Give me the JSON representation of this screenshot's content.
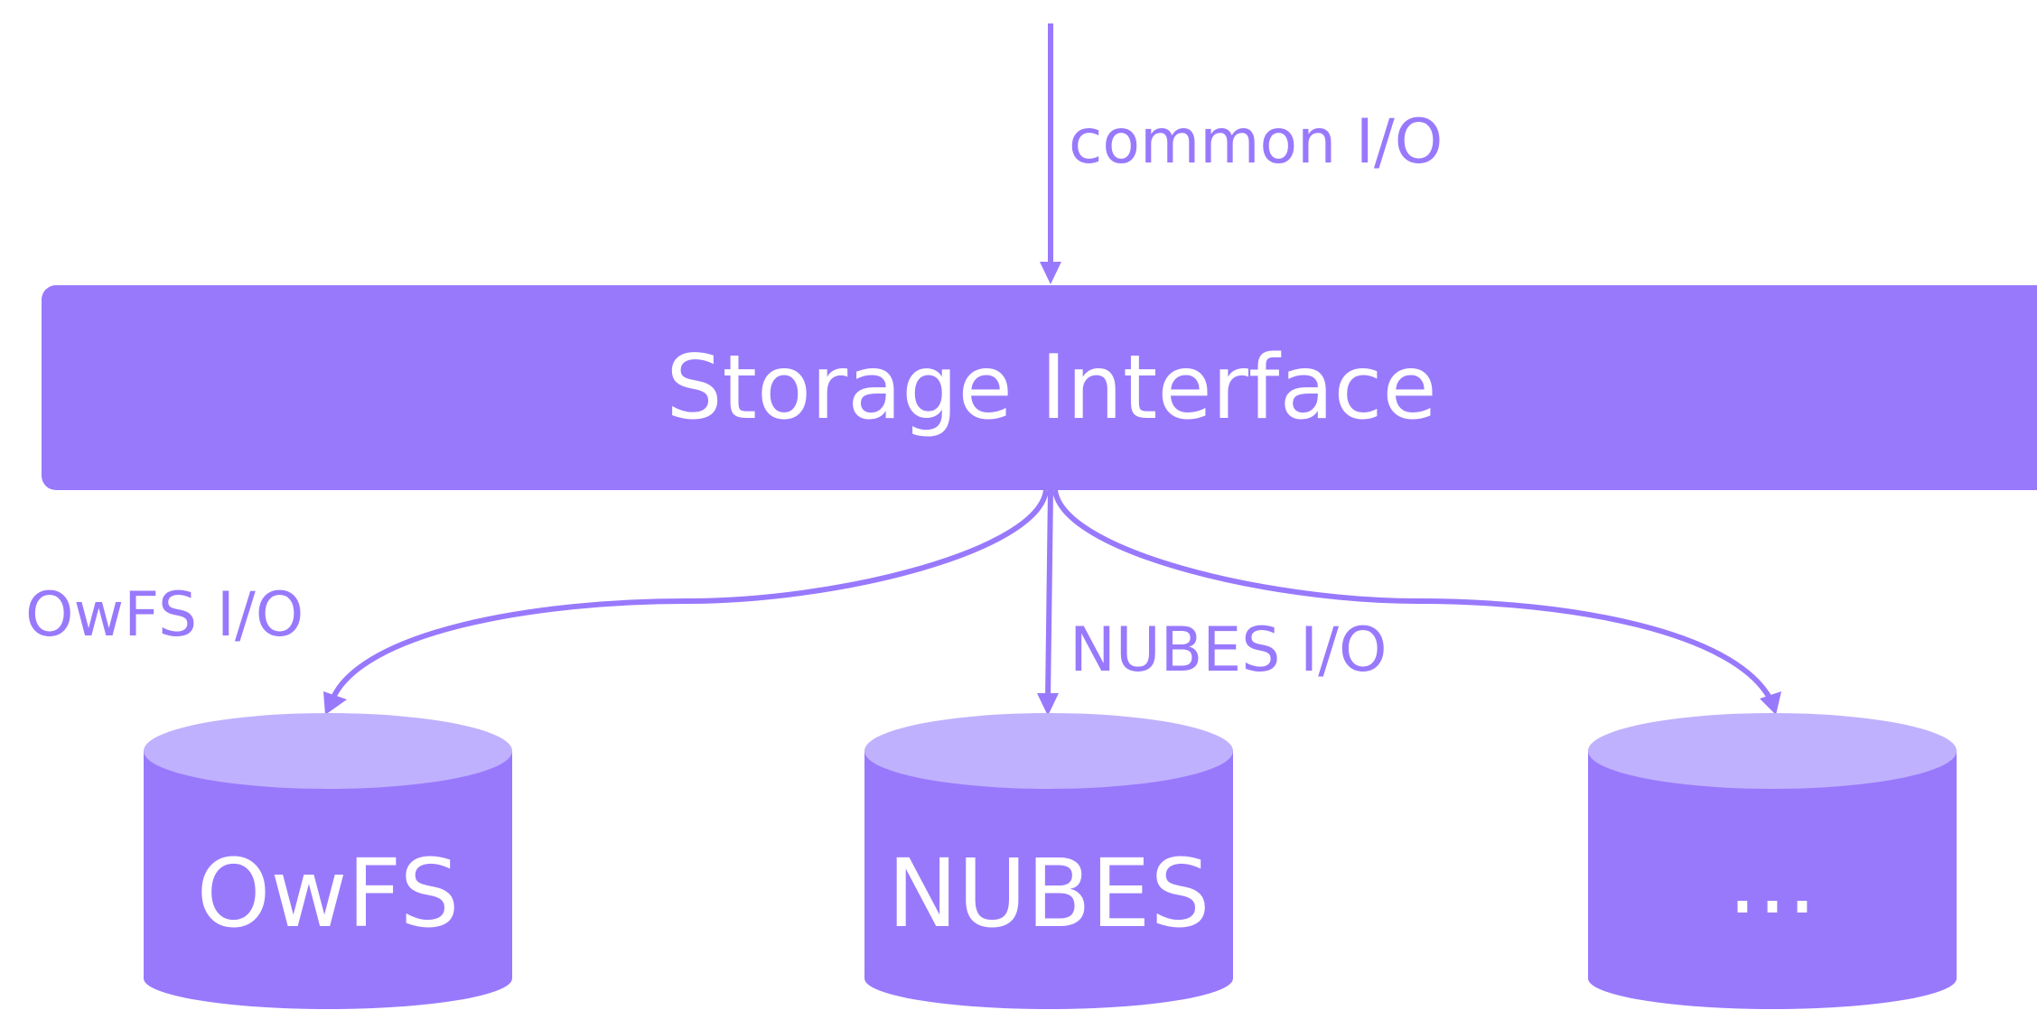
{
  "colors": {
    "primary": "#9879fc",
    "db_top": "#c0b1fe",
    "text_on_primary": "#ffffff"
  },
  "input_edge": {
    "label": "common I/O"
  },
  "interface_box": {
    "label": "Storage Interface"
  },
  "edges": [
    {
      "label": "OwFS I/O"
    },
    {
      "label": "NUBES I/O"
    },
    {
      "label": ""
    }
  ],
  "databases": [
    {
      "label": "OwFS"
    },
    {
      "label": "NUBES"
    },
    {
      "label": "..."
    }
  ]
}
